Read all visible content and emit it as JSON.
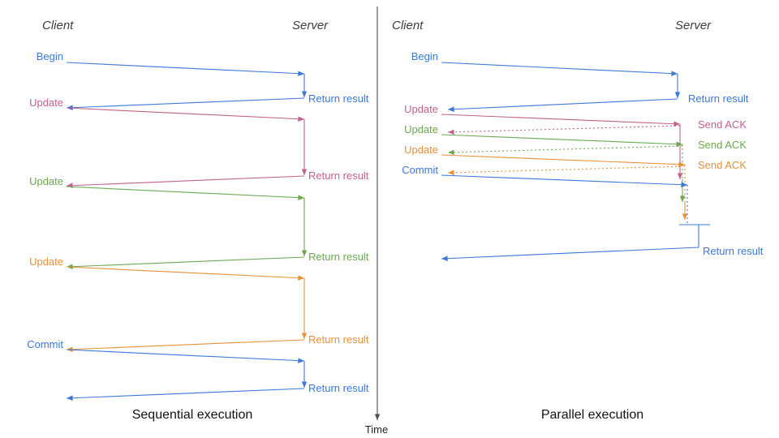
{
  "colors": {
    "blue": "#3b78d8",
    "pink": "#c2608e",
    "green": "#6aa84f",
    "orange": "#e69138",
    "axis": "#4d4d4d",
    "heading": "#3d3d3d",
    "caption": "#111111"
  },
  "time_axis": {
    "label": "Time"
  },
  "left": {
    "client_header": "Client",
    "server_header": "Server",
    "caption": "Sequential execution",
    "steps": [
      {
        "label": "Begin",
        "result": "Return result",
        "color": "blue"
      },
      {
        "label": "Update",
        "result": "Return result",
        "color": "pink"
      },
      {
        "label": "Update",
        "result": "Return result",
        "color": "green"
      },
      {
        "label": "Update",
        "result": "Return result",
        "color": "orange"
      },
      {
        "label": "Commit",
        "result": "Return result",
        "color": "blue"
      }
    ]
  },
  "right": {
    "client_header": "Client",
    "server_header": "Server",
    "caption": "Parallel execution",
    "steps": [
      {
        "label": "Begin",
        "result": "Return result",
        "color": "blue"
      },
      {
        "label": "Update",
        "result": "Send ACK",
        "color": "pink"
      },
      {
        "label": "Update",
        "result": "Send ACK",
        "color": "green"
      },
      {
        "label": "Update",
        "result": "Send ACK",
        "color": "orange"
      },
      {
        "label": "Commit",
        "result": "Return result",
        "color": "blue"
      }
    ]
  }
}
